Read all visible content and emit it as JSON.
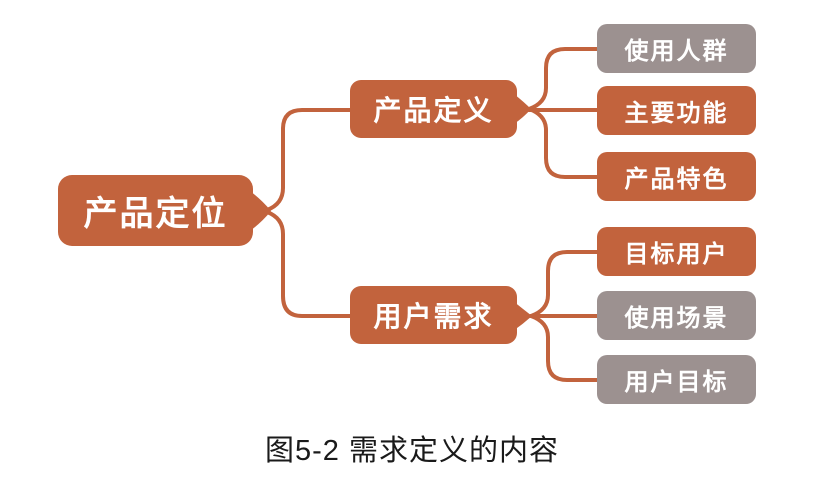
{
  "figure": {
    "caption": "图5-2 需求定义的内容"
  },
  "colors": {
    "orange": "#C2633D",
    "gray": "#9C9190",
    "node_text": "#FFFFFF",
    "caption_text": "#1A1A1A"
  },
  "diagram": {
    "type": "mindmap-tree",
    "root": {
      "label": "产品定位",
      "color": "orange"
    },
    "branches": [
      {
        "label": "产品定义",
        "color": "orange",
        "children": [
          {
            "label": "使用人群",
            "color": "gray"
          },
          {
            "label": "主要功能",
            "color": "orange"
          },
          {
            "label": "产品特色",
            "color": "orange"
          }
        ]
      },
      {
        "label": "用户需求",
        "color": "orange",
        "children": [
          {
            "label": "目标用户",
            "color": "orange"
          },
          {
            "label": "使用场景",
            "color": "gray"
          },
          {
            "label": "用户目标",
            "color": "gray"
          }
        ]
      }
    ]
  }
}
